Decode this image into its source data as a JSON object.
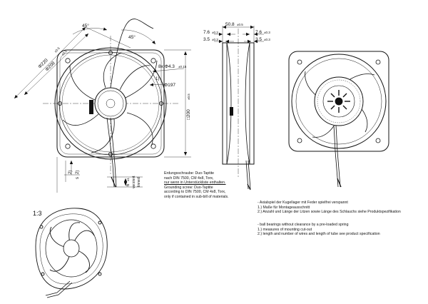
{
  "dimensions": {
    "d_outer": "Φ220",
    "d_outer_tol": "±0.5",
    "d_inner": "Φ208",
    "d_inner_tol": "±0.5",
    "angle_top": "45°",
    "angle_right": "45°",
    "holes": "8x Φ4.3",
    "holes_tol": "±0.15",
    "d_bolt": "Φ197",
    "ref_1": "1)",
    "square": "□200",
    "square_tol": "±0.5",
    "depth": "50.8",
    "depth_tol": "±0.5",
    "flange_top_a": "7.6",
    "flange_top_a_tol": "±0.3",
    "flange_top_b": "7.6",
    "flange_top_b_tol": "±0.3",
    "flange_bot_a": "3.5",
    "flange_bot_a_tol": "±0.3",
    "flange_bot_b": "3.5",
    "flange_bot_b_tol": "±0.3",
    "s_label": "2)",
    "s_letter": "s",
    "ref_2_left": "2)",
    "wire_len": "6",
    "wire_len_tol": "±1",
    "wire_de": "verzinnt",
    "wire_en": "tinned"
  },
  "grounding_note": [
    "Erdungsschraube: Duo-Taptite",
    "nach DIN 7500, CM 4x8, Torx,",
    "nur wenn in Unterstückliste enthalten.",
    "Grounding screw: Duo-Taptite",
    "according to DIN 7500, CM 4x8, Torx,",
    "only if contained in sub-bill of materials."
  ],
  "notes_de": [
    "-  Axialspiel der Kugellager mit Feder spielfrei verspannt",
    "1.) Maße für Montageausschnitt",
    "2.) Anzahl und Länge der Litzen sowie Länge des Schlauchs siehe Produktspezifikation"
  ],
  "notes_en": [
    "-  ball bearings without clearance by a pre-loaded spring",
    "1.) measures of mounting cut-out",
    "2.) length and number of wires and length of tube see product specification"
  ],
  "scale": "1:3"
}
